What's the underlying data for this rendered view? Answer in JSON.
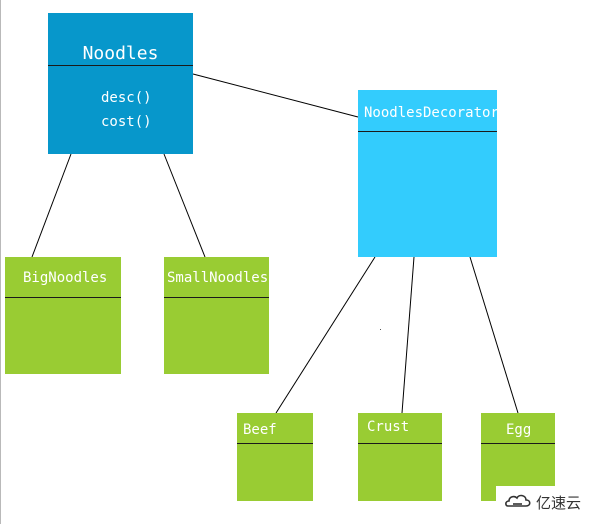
{
  "diagram": {
    "nodes": {
      "noodles": {
        "title": "Noodles",
        "methods": [
          "desc()",
          "cost()"
        ],
        "color": "#0797cb"
      },
      "decorator": {
        "title": "NoodlesDecorator",
        "color": "#33ccfd"
      },
      "big_noodles": {
        "title": "BigNoodles",
        "color": "#99cc33"
      },
      "small_noodles": {
        "title": "SmallNoodles",
        "color": "#99cc33"
      },
      "beef": {
        "title": "Beef",
        "color": "#99cc33"
      },
      "crust": {
        "title": "Crust",
        "color": "#99cc33"
      },
      "egg": {
        "title": "Egg",
        "color": "#99cc33"
      }
    },
    "edges": [
      {
        "from": "Noodles",
        "to": "BigNoodles"
      },
      {
        "from": "Noodles",
        "to": "SmallNoodles"
      },
      {
        "from": "Noodles",
        "to": "NoodlesDecorator"
      },
      {
        "from": "NoodlesDecorator",
        "to": "Beef"
      },
      {
        "from": "NoodlesDecorator",
        "to": "Crust"
      },
      {
        "from": "NoodlesDecorator",
        "to": "Egg"
      }
    ]
  },
  "watermark": {
    "text": "亿速云",
    "icon": "cloud-logo-icon"
  }
}
